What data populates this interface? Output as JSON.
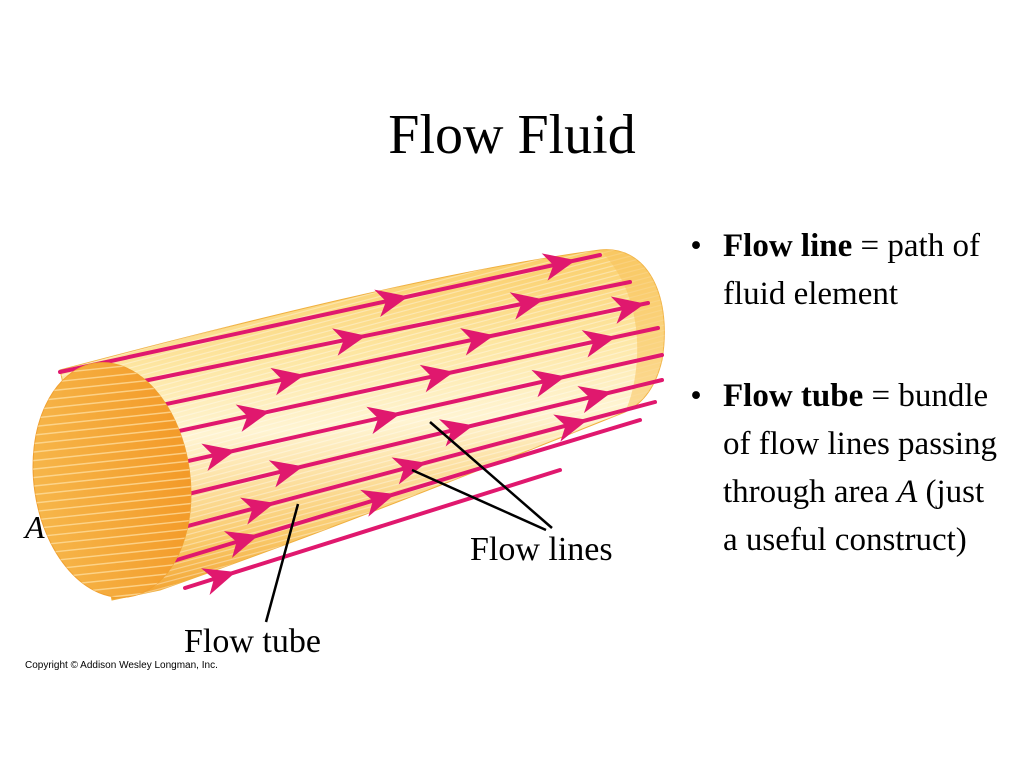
{
  "title": "Flow Fluid",
  "bullets": [
    {
      "term": "Flow line",
      "separator": " =",
      "definition": "path of fluid element",
      "definition_italic": "",
      "definition_after": ""
    },
    {
      "term": "Flow tube",
      "separator": " =",
      "definition": "bundle of flow lines passing through area ",
      "definition_italic": "A",
      "definition_after": " (just a useful construct)"
    }
  ],
  "figure": {
    "area_label": "A",
    "flow_lines_label": "Flow lines",
    "flow_tube_label": "Flow tube",
    "copyright": "Copyright © Addison Wesley Longman, Inc."
  },
  "colors": {
    "tube_light": "#fde6a2",
    "tube_mid": "#f9c24e",
    "tube_dark": "#f2a02b",
    "flow_line": "#e0186e",
    "end_face": "#f6a734"
  }
}
